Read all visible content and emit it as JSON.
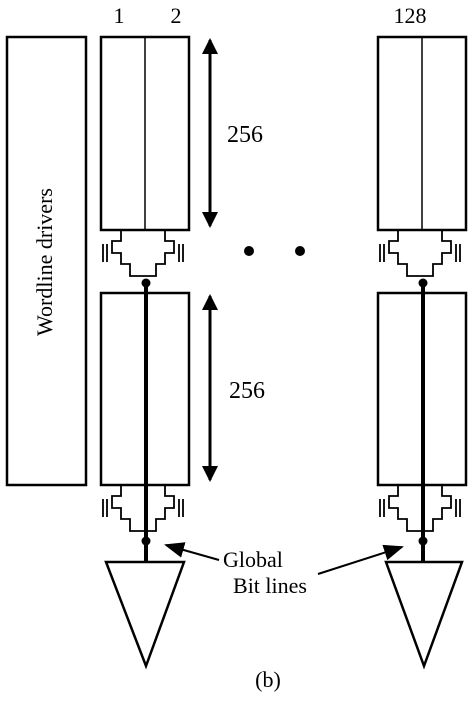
{
  "column_labels": {
    "first": "1",
    "second": "2",
    "last": "128"
  },
  "side_block": {
    "label": "Wordline drivers"
  },
  "dimensions": {
    "top_block_rows": "256",
    "bottom_block_rows": "256"
  },
  "annotation": {
    "line1": "Global",
    "line2": "Bit lines"
  },
  "caption": "(b)",
  "colors": {
    "stroke": "#000000",
    "background": "#ffffff"
  },
  "continuation": "ellipsis-dots"
}
